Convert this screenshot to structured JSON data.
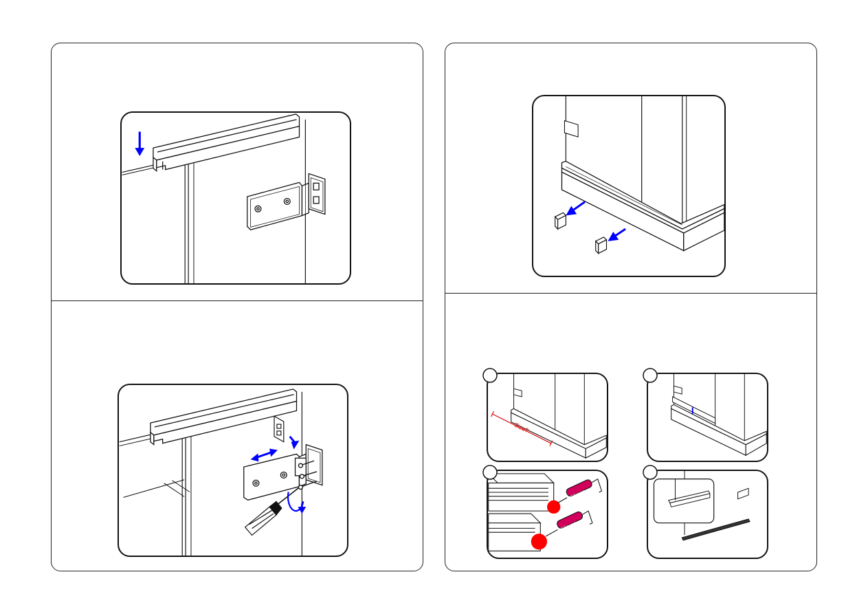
{
  "document": {
    "left_page": {
      "panels": [
        {
          "step": "slide-in-top-rail",
          "arrow_color": "#0000ff"
        },
        {
          "step": "fix-hinge-with-screwdriver",
          "arrow_color": "#0000ff"
        }
      ]
    },
    "right_page": {
      "panels": [
        {
          "step": "attach-end-caps",
          "arrow_color": "#0000ff"
        },
        {
          "step": "bottom-seal-substeps",
          "substeps": [
            {
              "label": "",
              "annotation": "Size?",
              "annotation_color": "#e00000"
            },
            {
              "label": ""
            },
            {
              "label": "",
              "tool_label_1": "Silicone",
              "tool_label_2": "Silicone",
              "sealant_color": "#ff0000"
            },
            {
              "label": ""
            }
          ]
        }
      ]
    }
  }
}
